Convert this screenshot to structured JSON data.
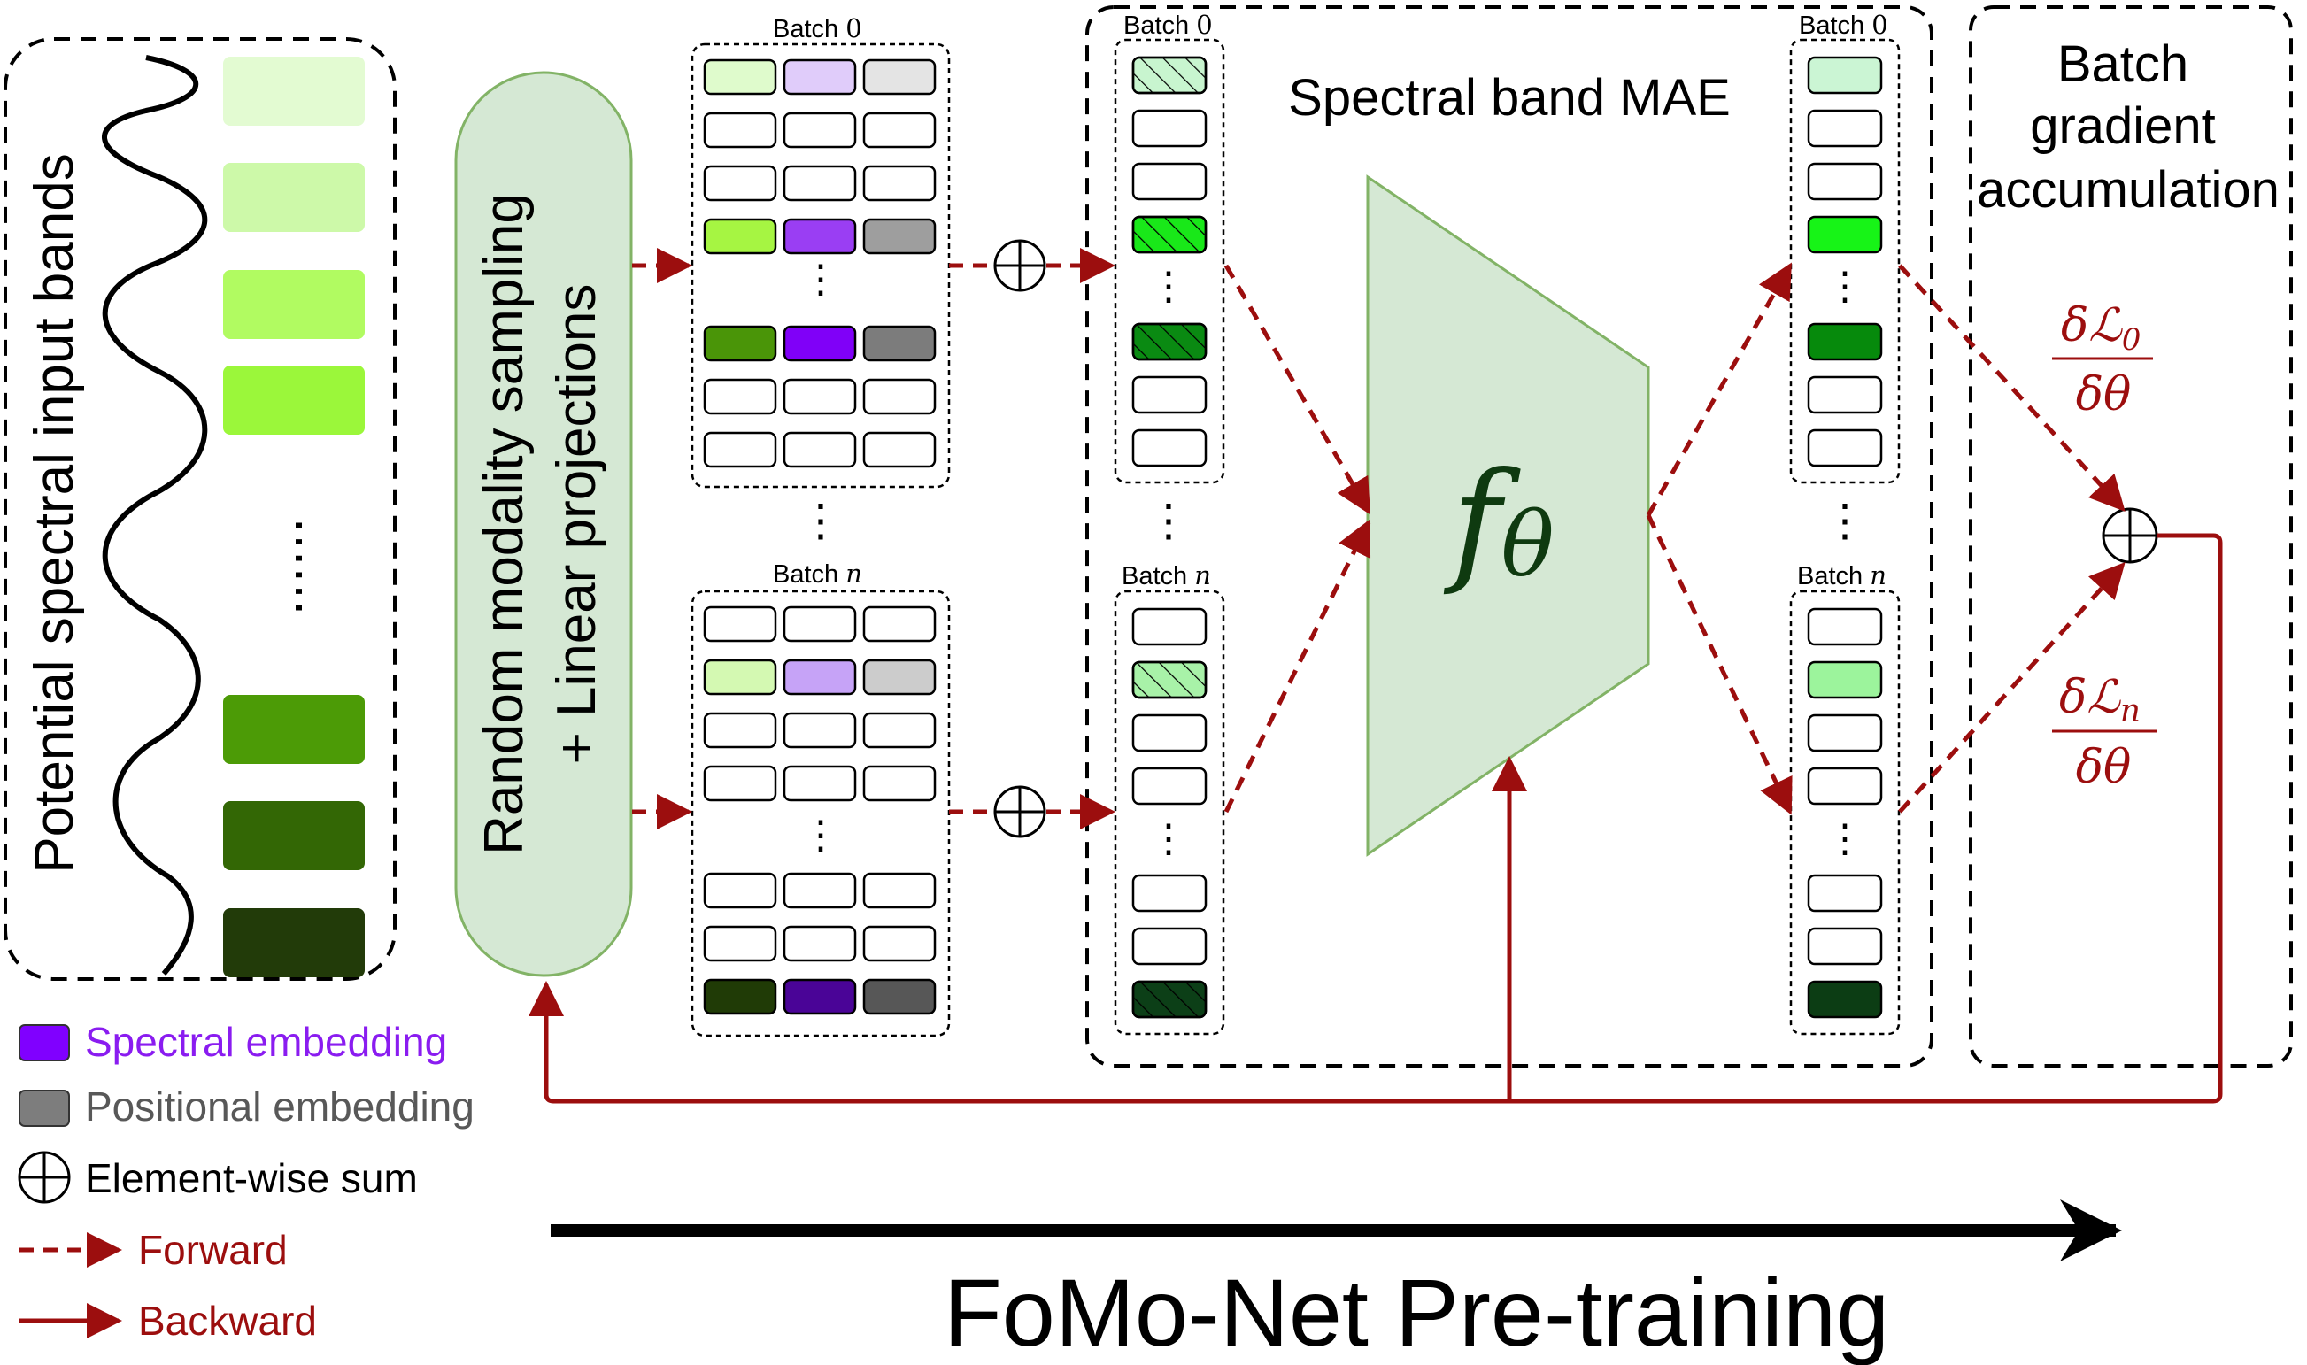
{
  "title": "FoMo-Net Pre-training",
  "input_bands": {
    "label": "Potential spectral input bands",
    "band_colors": [
      "#e3fbd2",
      "#cdf9a9",
      "#b1fb61",
      "#9bf73a",
      "#4c9b06",
      "#336705",
      "#223b09"
    ],
    "ellipsis": "⋯⋯"
  },
  "sampling": {
    "line1": "Random modality sampling",
    "line2": "+ Linear projections"
  },
  "tokens": {
    "batch_0_label": "Batch 0",
    "batch_n_label": "Batch n",
    "batch_word": "Batch",
    "index_0": "0",
    "index_n": "n",
    "ellipsis": "⋮",
    "batch0_rows": [
      [
        "#dffbcc",
        "#e0ccfa",
        "#e4e4e4"
      ],
      [
        "#ffffff",
        "#ffffff",
        "#ffffff"
      ],
      [
        "#ffffff",
        "#ffffff",
        "#ffffff"
      ],
      [
        "#a6f542",
        "#9a3ef3",
        "#9e9e9e"
      ],
      "gap",
      [
        "#4a9508",
        "#8000f8",
        "#7c7c7c"
      ],
      [
        "#ffffff",
        "#ffffff",
        "#ffffff"
      ],
      [
        "#ffffff",
        "#ffffff",
        "#ffffff"
      ]
    ],
    "batchn_rows": [
      [
        "#ffffff",
        "#ffffff",
        "#ffffff"
      ],
      [
        "#d4f9b2",
        "#c6a3f7",
        "#cccccc"
      ],
      [
        "#ffffff",
        "#ffffff",
        "#ffffff"
      ],
      [
        "#ffffff",
        "#ffffff",
        "#ffffff"
      ],
      "gap",
      [
        "#ffffff",
        "#ffffff",
        "#ffffff"
      ],
      [
        "#ffffff",
        "#ffffff",
        "#ffffff"
      ],
      [
        "#203b06",
        "#4a0497",
        "#575757"
      ]
    ]
  },
  "mae": {
    "label": "Spectral band MAE",
    "function_symbol": "f",
    "function_subscript": "θ",
    "input_batch0": [
      "#c8f5cf:hatch",
      "#ffffff",
      "#ffffff",
      "#19e819:hatch",
      "gap",
      "#0a8a12:hatch",
      "#ffffff",
      "#ffffff"
    ],
    "input_batchn": [
      "#ffffff",
      "#a8f2a8:hatch",
      "#ffffff",
      "#ffffff",
      "gap",
      "#ffffff",
      "#ffffff",
      "#0c3f17:hatch"
    ],
    "output_batch0": [
      "#cbf5d4",
      "#ffffff",
      "#ffffff",
      "#17f417",
      "gap",
      "#068a0c",
      "#ffffff",
      "#ffffff"
    ],
    "output_batchn": [
      "#ffffff",
      "#9cf49c",
      "#ffffff",
      "#ffffff",
      "gap",
      "#ffffff",
      "#ffffff",
      "#0c3d14"
    ]
  },
  "accumulation": {
    "label_line1": "Batch",
    "label_line2": "gradient",
    "label_line3": "accumulation",
    "grad0_num_delta": "δ",
    "grad0_num_L": "ℒ",
    "grad0_num_sub": "0",
    "grad0_den": "δθ",
    "gradn_num_delta": "δ",
    "gradn_num_L": "ℒ",
    "gradn_num_sub": "n",
    "gradn_den": "δθ"
  },
  "legend": {
    "spectral": "Spectral embedding",
    "positional": "Positional embedding",
    "sum": "Element-wise sum",
    "forward": "Forward",
    "backward": "Backward"
  },
  "colors": {
    "arrow_red": "#9c0e0e",
    "spectral_purple": "#8000ff",
    "spectral_text": "#8a1cf0",
    "positional_gray": "#7d7d7d",
    "positional_text": "#585858",
    "pill_fill": "#d5e8d4",
    "pill_stroke": "#82b366",
    "mae_fill": "#d5e8d4"
  }
}
